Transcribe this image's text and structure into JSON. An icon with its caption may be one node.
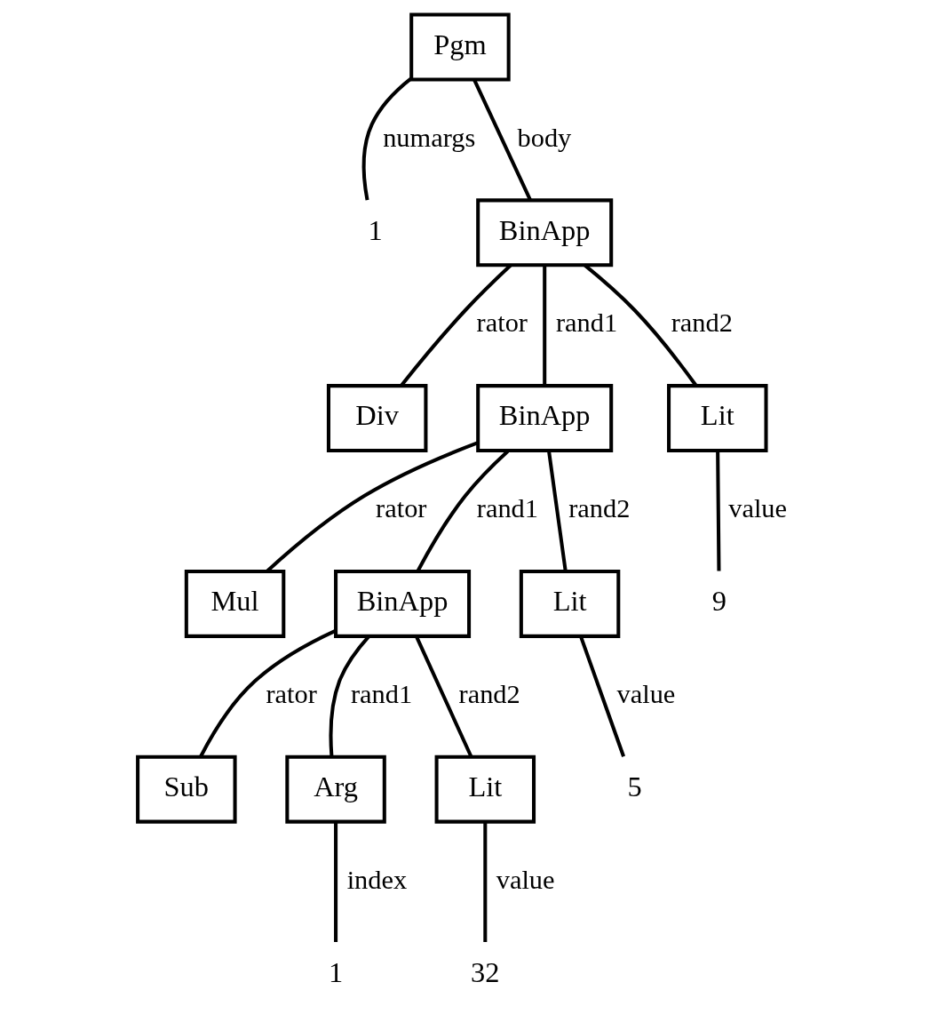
{
  "diagram": {
    "nodes": [
      {
        "text": [
          "Pgm"
        ]
      },
      {
        "text": [
          "1"
        ]
      },
      {
        "text": [
          "BinApp"
        ]
      },
      {
        "text": [
          "Div"
        ]
      },
      {
        "text": [
          "BinApp"
        ]
      },
      {
        "text": [
          "Lit"
        ]
      },
      {
        "text": [
          "Mul"
        ]
      },
      {
        "text": [
          "BinApp"
        ]
      },
      {
        "text": [
          "Lit"
        ]
      },
      {
        "text": [
          "9"
        ]
      },
      {
        "text": [
          "Sub"
        ]
      },
      {
        "text": [
          "Arg"
        ]
      },
      {
        "text": [
          "Lit"
        ]
      },
      {
        "text": [
          "5"
        ]
      },
      {
        "text": [
          "1"
        ]
      },
      {
        "text": [
          "32"
        ]
      }
    ],
    "edges": [
      {
        "from": 0,
        "to": 1,
        "arrow": "none",
        "label": "numargs"
      },
      {
        "from": 0,
        "to": 2,
        "arrow": "none",
        "label": "body"
      },
      {
        "from": 2,
        "to": 3,
        "arrow": "none",
        "label": "rator"
      },
      {
        "from": 2,
        "to": 4,
        "arrow": "none",
        "label": "rand1"
      },
      {
        "from": 2,
        "to": 5,
        "arrow": "none",
        "label": "rand2"
      },
      {
        "from": 4,
        "to": 6,
        "arrow": "none",
        "label": "rator"
      },
      {
        "from": 4,
        "to": 7,
        "arrow": "none",
        "label": "rand1"
      },
      {
        "from": 4,
        "to": 8,
        "arrow": "none",
        "label": "rand2"
      },
      {
        "from": 5,
        "to": 9,
        "arrow": "none",
        "label": "value"
      },
      {
        "from": 7,
        "to": 10,
        "arrow": "none",
        "label": "rator"
      },
      {
        "from": 7,
        "to": 11,
        "arrow": "none",
        "label": "rand1"
      },
      {
        "from": 7,
        "to": 12,
        "arrow": "none",
        "label": "rand2"
      },
      {
        "from": 8,
        "to": 13,
        "arrow": "none",
        "label": "value"
      },
      {
        "from": 11,
        "to": 14,
        "arrow": "none",
        "label": "index"
      },
      {
        "from": 12,
        "to": 15,
        "arrow": "none",
        "label": "value"
      }
    ]
  }
}
